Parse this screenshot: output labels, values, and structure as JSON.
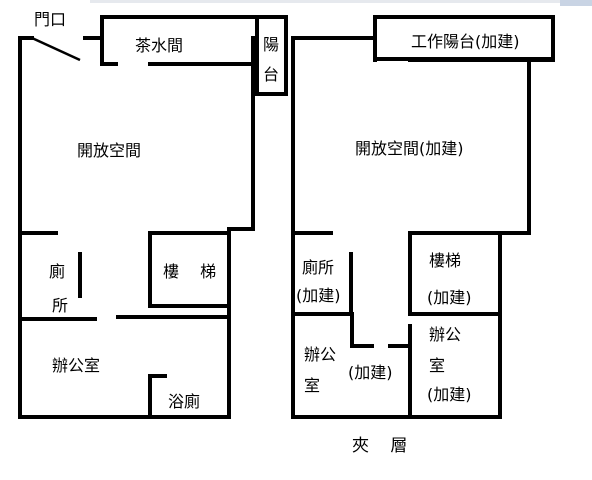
{
  "ground_floor": {
    "entrance": "門口",
    "tea_room": "茶水間",
    "balcony_line1": "陽",
    "balcony_line2": "台",
    "open_space": "開放空間",
    "toilet_line1": "廁",
    "toilet_line2": "所",
    "stairs": "樓 梯",
    "office": "辦公室",
    "bathroom": "浴廁"
  },
  "mezzanine": {
    "title": "夾 層",
    "work_balcony": "工作陽台(加建)",
    "open_space": "開放空間(加建)",
    "toilet_line1": "廁所",
    "toilet_line2": "(加建)",
    "stairs_line1": "樓梯",
    "stairs_line2": "(加建)",
    "office_a_line1": "辦公",
    "office_a_line2": "室",
    "office_b": "(加建)",
    "office_c_line1": "辦公",
    "office_c_line2": "室",
    "office_c_line3": "(加建)"
  }
}
